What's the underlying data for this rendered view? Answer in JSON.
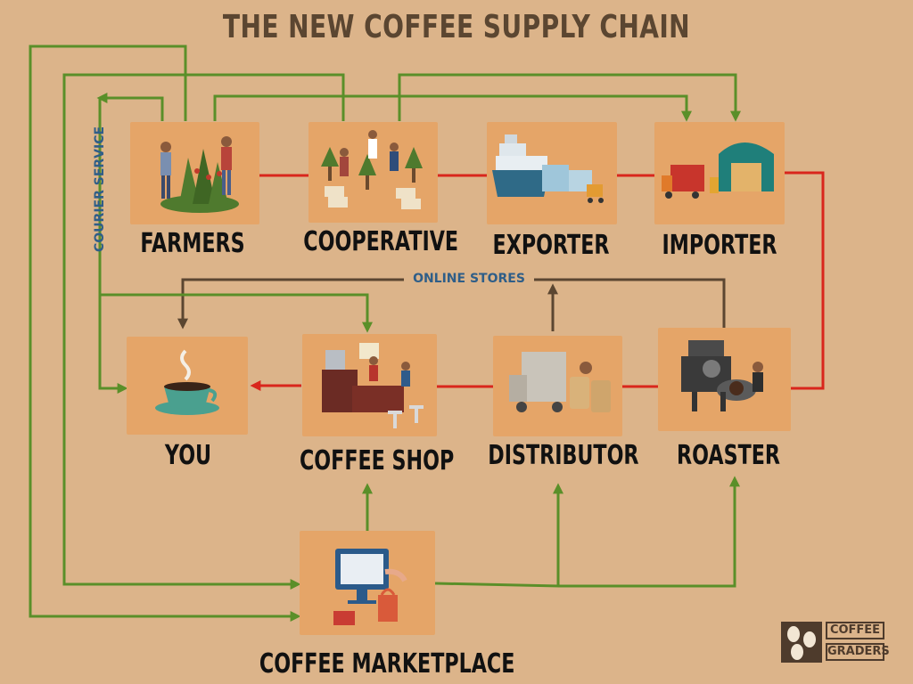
{
  "title": "THE NEW COFFEE SUPPLY CHAIN",
  "nodes": {
    "farmers": "FARMERS",
    "cooperative": "COOPERATIVE",
    "exporter": "EXPORTER",
    "importer": "IMPORTER",
    "you": "YOU",
    "coffee_shop": "COFFEE SHOP",
    "distributor": "DISTRIBUTOR",
    "roaster": "ROASTER",
    "coffee_marketplace": "COFFEE MARKETPLACE"
  },
  "channels": {
    "courier_service": "COURIER SERVICE",
    "online_stores": "ONLINE STORES"
  },
  "logo": {
    "line1": "COFFEE",
    "line2": "GRADERS"
  },
  "colors": {
    "background": "#dcb48a",
    "box": "#e5a568",
    "traditional_chain": "#d9261c",
    "new_channels": "#5a8f29",
    "online_stores": "#5b4631",
    "channel_text": "#2f5e88"
  }
}
